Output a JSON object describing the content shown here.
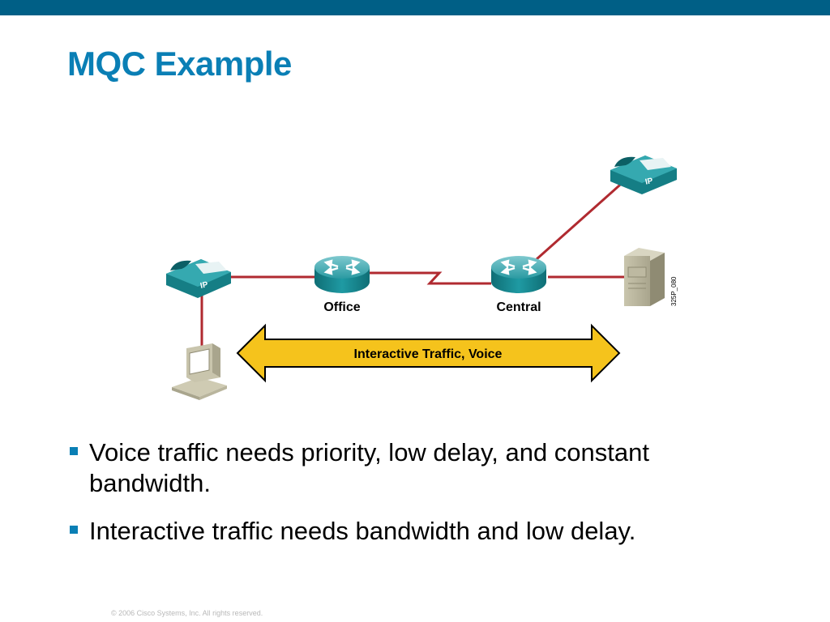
{
  "title": "MQC Example",
  "diagram": {
    "phone_left_label": "IP",
    "phone_right_label": "IP",
    "router_office_label": "Office",
    "router_central_label": "Central",
    "arrow_label": "Interactive Traffic, Voice",
    "figure_id": "325P_080"
  },
  "bullets": [
    "Voice traffic needs priority, low delay, and constant bandwidth.",
    "Interactive traffic needs bandwidth and low delay."
  ],
  "footer": "© 2006 Cisco Systems, Inc. All rights reserved.",
  "colors": {
    "header_bar": "#005f86",
    "title": "#0a7fb5",
    "link_line": "#b02a30",
    "arrow_fill": "#f5c31c",
    "device_teal": "#1b8c93"
  }
}
